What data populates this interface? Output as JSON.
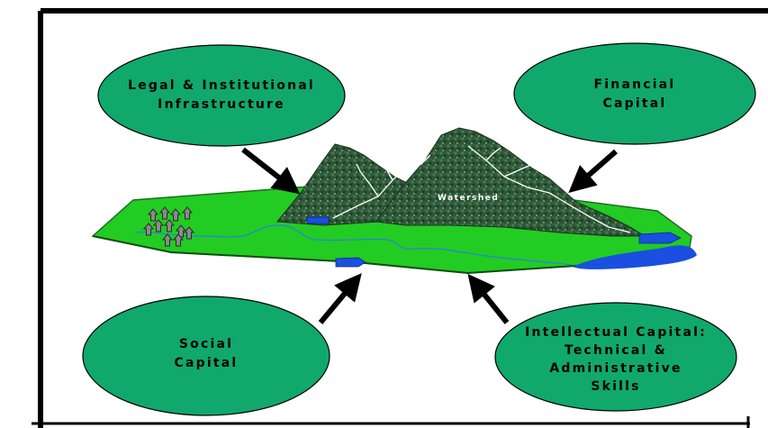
{
  "landscape": {
    "watershed_label": "Watershed"
  },
  "nodes": {
    "legal": {
      "line1": "Legal & Institutional",
      "line2": "Infrastructure"
    },
    "financial": {
      "line1": "Financial",
      "line2": "Capital"
    },
    "social": {
      "line1": "Social",
      "line2": "Capital"
    },
    "intellectual": {
      "line1": "Intellectual Capital:",
      "line2": "Technical &",
      "line3": "Administrative",
      "line4": "Skills"
    }
  },
  "colors": {
    "ellipse_fill": "#10a96b",
    "plain_green": "#22cc22",
    "mountain": "#2f5a3a",
    "water": "#1a4fe0",
    "frame": "#000000"
  }
}
